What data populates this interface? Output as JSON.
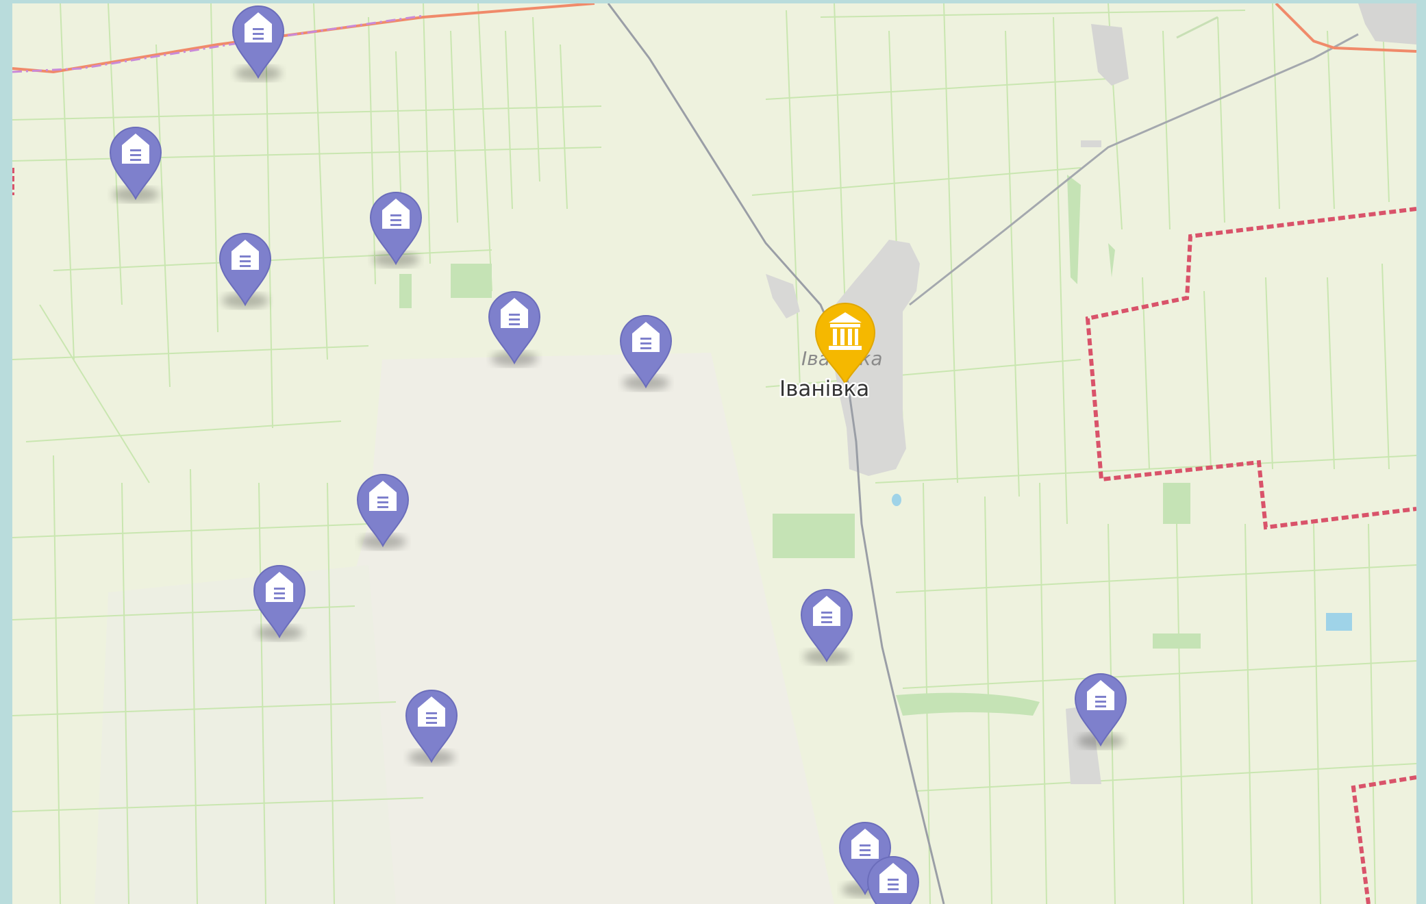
{
  "map": {
    "town_label": "Іванівка",
    "basemap_label": "Іванівка",
    "colors": {
      "land": "#eef2de",
      "field_lines": "#c9e6b0",
      "forest": "#c5e3b5",
      "settlement": "#d8d8d6",
      "road_rail": "#9a9ea6",
      "border_red": "#d9536a",
      "border_orange": "#f08a6a",
      "marker_violet": "#7e80cc",
      "marker_gold": "#f5b800",
      "water": "#9fd3e8"
    },
    "markers": [
      {
        "type": "house",
        "icon": "house-icon"
      },
      {
        "type": "house",
        "icon": "house-icon"
      },
      {
        "type": "house",
        "icon": "house-icon"
      },
      {
        "type": "house",
        "icon": "house-icon"
      },
      {
        "type": "house",
        "icon": "house-icon"
      },
      {
        "type": "house",
        "icon": "house-icon"
      },
      {
        "type": "house",
        "icon": "house-icon"
      },
      {
        "type": "house",
        "icon": "house-icon"
      },
      {
        "type": "house",
        "icon": "house-icon"
      },
      {
        "type": "house",
        "icon": "house-icon"
      },
      {
        "type": "house",
        "icon": "house-icon"
      },
      {
        "type": "house",
        "icon": "house-icon"
      },
      {
        "type": "house",
        "icon": "house-icon"
      },
      {
        "type": "government",
        "icon": "government-building-icon"
      }
    ]
  }
}
